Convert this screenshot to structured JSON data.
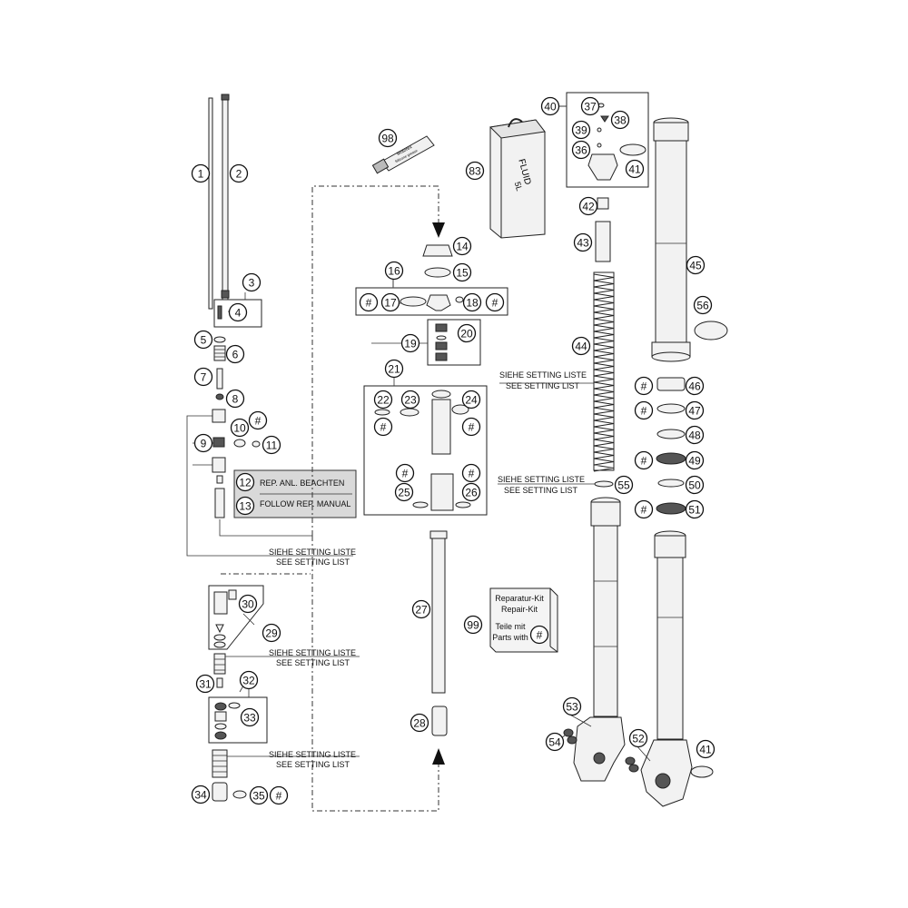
{
  "callouts": {
    "c1": "1",
    "c2": "2",
    "c3": "3",
    "c4": "4",
    "c5": "5",
    "c6": "6",
    "c7": "7",
    "c8": "8",
    "c9": "9",
    "c10": "10",
    "c11": "11",
    "c12": "12",
    "c13": "13",
    "c14": "14",
    "c15": "15",
    "c16": "16",
    "c17": "17",
    "c18": "18",
    "c19": "19",
    "c20": "20",
    "c21": "21",
    "c22": "22",
    "c23": "23",
    "c24": "24",
    "c25": "25",
    "c26": "26",
    "c27": "27",
    "c28": "28",
    "c29": "29",
    "c30": "30",
    "c31": "31",
    "c32": "32",
    "c33": "33",
    "c34": "34",
    "c35": "35",
    "c36": "36",
    "c37": "37",
    "c38": "38",
    "c39": "39",
    "c40": "40",
    "c41": "41",
    "c41b": "41",
    "c42": "42",
    "c43": "43",
    "c44": "44",
    "c45": "45",
    "c46": "46",
    "c47": "47",
    "c48": "48",
    "c49": "49",
    "c50": "50",
    "c51": "51",
    "c52": "52",
    "c53": "53",
    "c54": "54",
    "c55": "55",
    "c56": "56",
    "c83": "83",
    "c98": "98",
    "c99": "99",
    "hash": "#"
  },
  "notes": {
    "rep_de": "REP. ANL. BEACHTEN",
    "rep_en": "FOLLOW REP. MANUAL",
    "setting_de": "SIEHE SETTING LISTE",
    "setting_en": "SEE SETTING LIST"
  },
  "fluid": {
    "line1": "FLUID",
    "line2": "5L"
  },
  "grease": {
    "line1": "Motorex",
    "line2": "Silicone grease"
  },
  "repair_kit": {
    "line1": "Reparatur-Kit",
    "line2": "Repair-Kit",
    "line3": "Teile mit",
    "line4": "Parts with"
  }
}
